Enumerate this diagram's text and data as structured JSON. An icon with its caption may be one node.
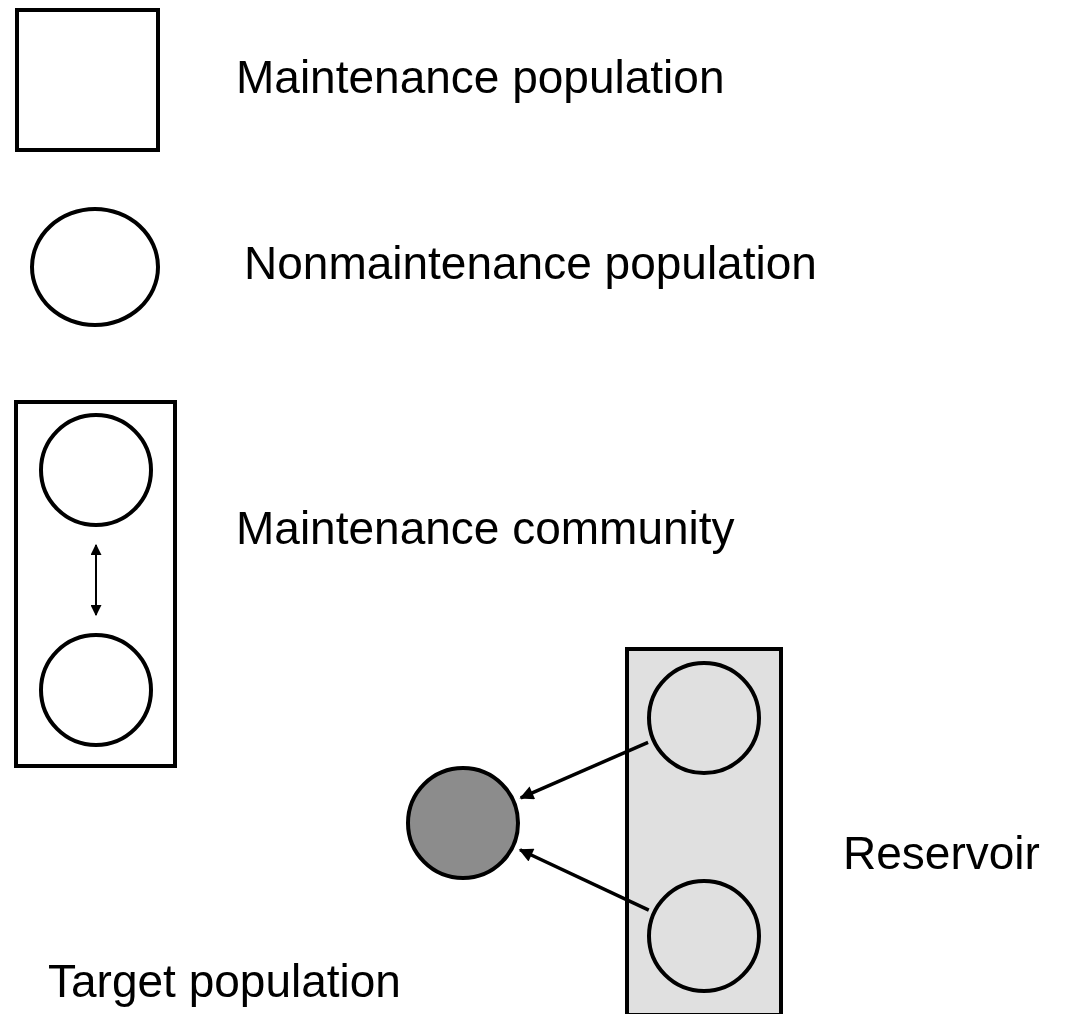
{
  "diagram": {
    "nodes": [
      {
        "text": [],
        "shape": "box",
        "beside": [
          "Maintenance population"
        ]
      },
      {
        "text": [],
        "shape": "circle",
        "beside": [
          "Nonmaintenance population"
        ]
      },
      {
        "text": [],
        "shape": "box",
        "beside": [
          "Maintenance community"
        ]
      },
      {
        "text": [],
        "shape": "circle",
        "in": 2
      },
      {
        "text": [],
        "shape": "circle",
        "in": 2
      },
      {
        "text": [],
        "shape": "box",
        "beside": [
          "Reservoir"
        ]
      },
      {
        "text": [],
        "shape": "circle",
        "in": 5
      },
      {
        "text": [],
        "shape": "circle",
        "in": 5
      },
      {
        "text": [],
        "shape": "circle",
        "beside": [
          "Target population"
        ]
      }
    ],
    "edges": [
      {
        "from": 3,
        "to": 4,
        "arrow": "both"
      },
      {
        "from": 6,
        "to": 8,
        "arrow": "to"
      },
      {
        "from": 7,
        "to": 8,
        "arrow": "to"
      }
    ]
  }
}
